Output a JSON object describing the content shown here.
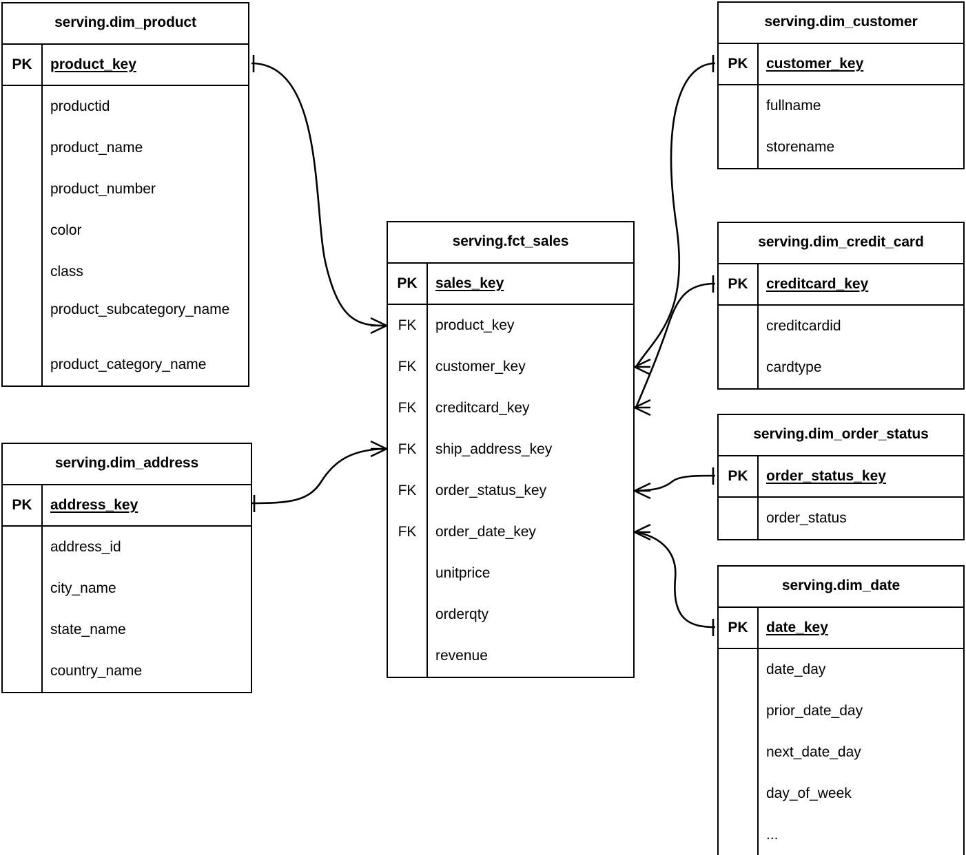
{
  "diagram": {
    "title": "serving star schema entity relationship diagram",
    "notation": "crow-foot",
    "stroke_color": "#000000",
    "background_color": "#ffffff"
  },
  "labels": {
    "pk": "PK",
    "fk": "FK",
    "ellipsis": "..."
  },
  "entities": [
    {
      "id": "dim_product",
      "title": "serving.dim_product",
      "key_row": {
        "marker": "PK",
        "name": "product_key"
      },
      "attributes": [
        {
          "marker": "",
          "name": "productid"
        },
        {
          "marker": "",
          "name": "product_name"
        },
        {
          "marker": "",
          "name": "product_number"
        },
        {
          "marker": "",
          "name": "color"
        },
        {
          "marker": "",
          "name": "class"
        },
        {
          "marker": "",
          "name": "product_subcategory_name",
          "wrap": true
        },
        {
          "marker": "",
          "name": "product_category_name"
        }
      ]
    },
    {
      "id": "dim_address",
      "title": "serving.dim_address",
      "key_row": {
        "marker": "PK",
        "name": "address_key"
      },
      "attributes": [
        {
          "marker": "",
          "name": "address_id"
        },
        {
          "marker": "",
          "name": "city_name"
        },
        {
          "marker": "",
          "name": "state_name"
        },
        {
          "marker": "",
          "name": "country_name"
        }
      ]
    },
    {
      "id": "fct_sales",
      "title": "serving.fct_sales",
      "key_row": {
        "marker": "PK",
        "name": "sales_key"
      },
      "attributes": [
        {
          "marker": "FK",
          "name": "product_key"
        },
        {
          "marker": "FK",
          "name": "customer_key"
        },
        {
          "marker": "FK",
          "name": "creditcard_key"
        },
        {
          "marker": "FK",
          "name": "ship_address_key"
        },
        {
          "marker": "FK",
          "name": "order_status_key"
        },
        {
          "marker": "FK",
          "name": "order_date_key"
        },
        {
          "marker": "",
          "name": "unitprice"
        },
        {
          "marker": "",
          "name": "orderqty"
        },
        {
          "marker": "",
          "name": "revenue"
        }
      ]
    },
    {
      "id": "dim_customer",
      "title": "serving.dim_customer",
      "key_row": {
        "marker": "PK",
        "name": "customer_key"
      },
      "attributes": [
        {
          "marker": "",
          "name": "fullname"
        },
        {
          "marker": "",
          "name": "storename"
        }
      ]
    },
    {
      "id": "dim_credit_card",
      "title": "serving.dim_credit_card",
      "key_row": {
        "marker": "PK",
        "name": "creditcard_key"
      },
      "attributes": [
        {
          "marker": "",
          "name": "creditcardid"
        },
        {
          "marker": "",
          "name": "cardtype"
        }
      ]
    },
    {
      "id": "dim_order_status",
      "title": "serving.dim_order_status",
      "key_row": {
        "marker": "PK",
        "name": "order_status_key"
      },
      "attributes": [
        {
          "marker": "",
          "name": "order_status"
        }
      ]
    },
    {
      "id": "dim_date",
      "title": "serving.dim_date",
      "key_row": {
        "marker": "PK",
        "name": "date_key"
      },
      "attributes": [
        {
          "marker": "",
          "name": "date_day"
        },
        {
          "marker": "",
          "name": "prior_date_day"
        },
        {
          "marker": "",
          "name": "next_date_day"
        },
        {
          "marker": "",
          "name": "day_of_week"
        },
        {
          "marker": "",
          "name": "..."
        }
      ]
    }
  ],
  "relationships": [
    {
      "id": "rel-product-sales",
      "from": "dim_product.product_key",
      "to": "fct_sales.product_key",
      "from_cardinality": "one",
      "to_cardinality": "many"
    },
    {
      "id": "rel-address-sales",
      "from": "dim_address.address_key",
      "to": "fct_sales.ship_address_key",
      "from_cardinality": "one",
      "to_cardinality": "many"
    },
    {
      "id": "rel-customer-sales",
      "from": "dim_customer.customer_key",
      "to": "fct_sales.customer_key",
      "from_cardinality": "one",
      "to_cardinality": "many"
    },
    {
      "id": "rel-creditcard-sales",
      "from": "dim_credit_card.creditcard_key",
      "to": "fct_sales.creditcard_key",
      "from_cardinality": "one",
      "to_cardinality": "many"
    },
    {
      "id": "rel-orderstatus-sales",
      "from": "dim_order_status.order_status_key",
      "to": "fct_sales.order_status_key",
      "from_cardinality": "one",
      "to_cardinality": "many"
    },
    {
      "id": "rel-date-sales",
      "from": "dim_date.date_key",
      "to": "fct_sales.order_date_key",
      "from_cardinality": "one",
      "to_cardinality": "many"
    }
  ]
}
